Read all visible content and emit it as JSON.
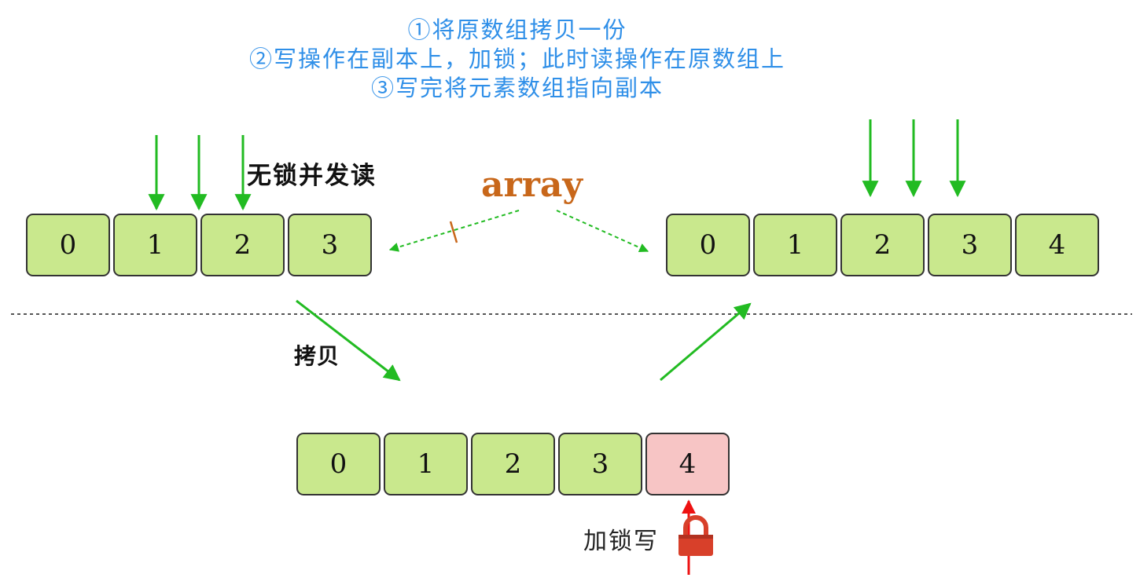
{
  "steps": {
    "step1": "①将原数组拷贝一份",
    "step2": "②写操作在副本上，加锁；此时读操作在原数组上",
    "step3": "③写完将元素数组指向副本"
  },
  "labels": {
    "lock_free_read": "无锁并发读",
    "array_ref": "array",
    "copy": "拷贝",
    "lock_write": "加锁写"
  },
  "arrays": {
    "original": [
      "0",
      "1",
      "2",
      "3"
    ],
    "result": [
      "0",
      "1",
      "2",
      "3",
      "4"
    ],
    "copy": [
      "0",
      "1",
      "2",
      "3",
      "4"
    ],
    "copy_new_index": 4
  },
  "colors": {
    "step_text": "#2f8fe8",
    "array_label": "#c8671a",
    "cell_fill": "#c9e88d",
    "new_cell_fill": "#f7c5c5",
    "read_arrow": "#22bb22",
    "write_arrow": "#ee1111",
    "lock": "#d8402a"
  },
  "icons": {
    "lock": "padlock-icon"
  }
}
